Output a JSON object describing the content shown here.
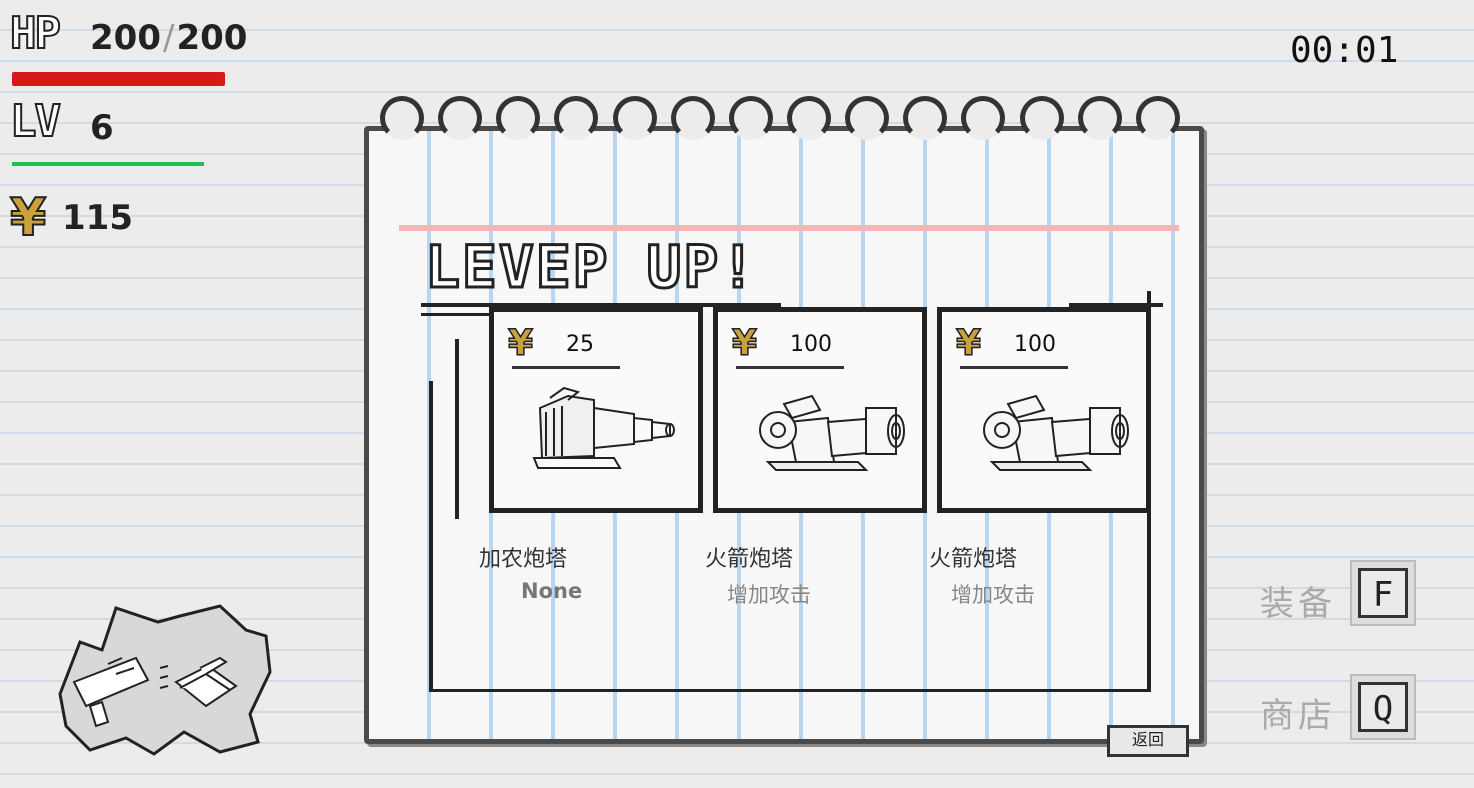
{
  "hud": {
    "hp_label": "HP",
    "hp_current": "200",
    "hp_sep": "/",
    "hp_max": "200",
    "lv_label": "LV",
    "lv_value": "6",
    "coin_symbol": "¥",
    "coins": "115",
    "timer": "00:01",
    "hp_fraction": 1.0,
    "colors": {
      "hp_bar": "#d41a1a",
      "xp_bar": "#1fbf55",
      "coin": "#caa13a"
    }
  },
  "panel": {
    "title": "LEVEP UP!",
    "back_label": "返回",
    "cards": [
      {
        "price": "25",
        "name": "加农炮塔",
        "desc": "None",
        "icon": "cannon-turret-icon"
      },
      {
        "price": "100",
        "name": "火箭炮塔",
        "desc": "增加攻击",
        "icon": "rocket-turret-icon"
      },
      {
        "price": "100",
        "name": "火箭炮塔",
        "desc": "增加攻击",
        "icon": "rocket-turret-icon"
      }
    ]
  },
  "side": {
    "equip_label": "装备",
    "equip_key": "F",
    "shop_label": "商店",
    "shop_key": "Q"
  }
}
